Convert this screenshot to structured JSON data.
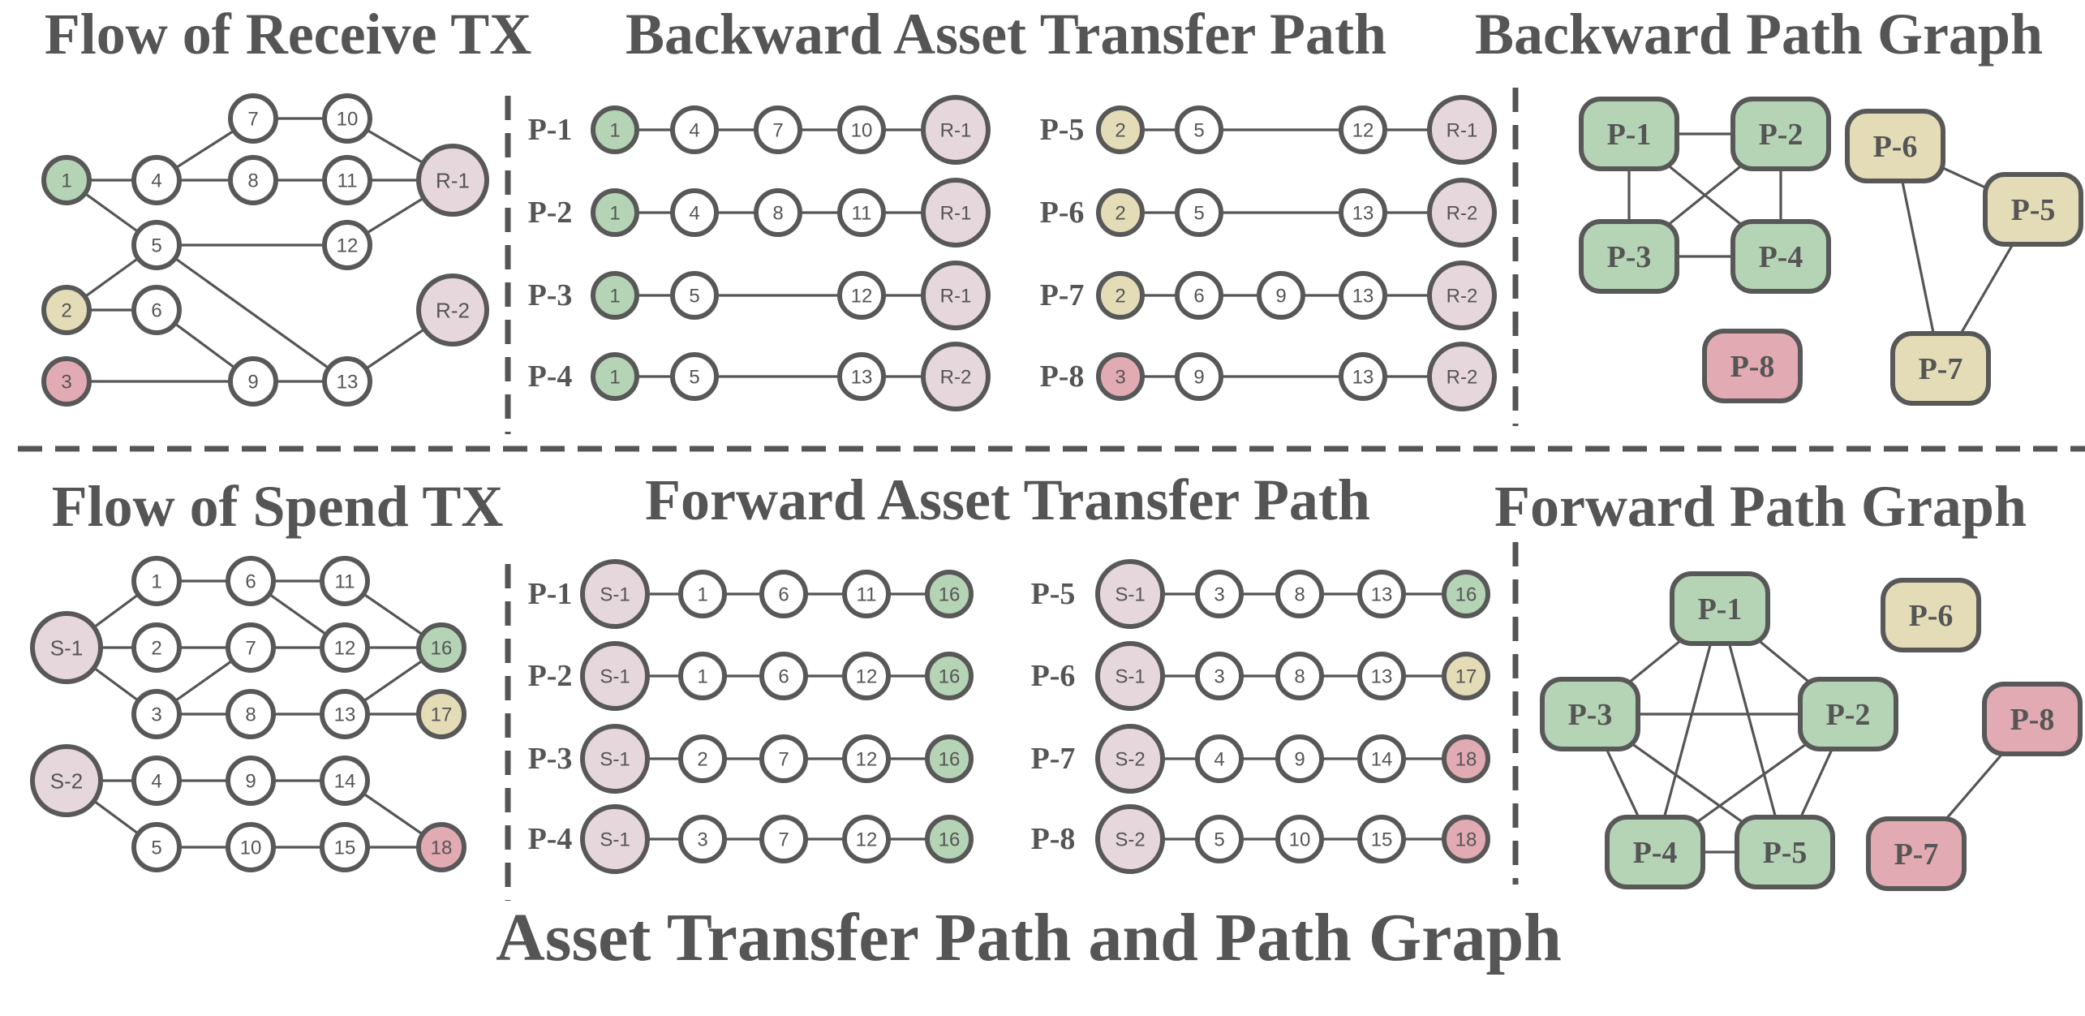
{
  "colors": {
    "white": "#ffffff",
    "green": "#b5d3b5",
    "tan": "#e4dcb6",
    "red": "#e2aab2",
    "pink": "#e6d7dd",
    "text": "#555555",
    "edge": "#555555",
    "green_edge": "#6f8e70",
    "tan_edge": "#b5ad8f",
    "red_edge": "#b58a93"
  },
  "titles": {
    "receive_flow": "Flow of Receive TX",
    "backward_path": "Backward Asset Transfer Path",
    "backward_graph": "Backward Path Graph",
    "spend_flow": "Flow of Spend TX",
    "forward_path": "Forward Asset Transfer Path",
    "forward_graph": "Forward Path Graph",
    "caption": "Asset Transfer Path and Path Graph"
  },
  "receive_flow": {
    "nodes": [
      {
        "id": "1",
        "color": "green"
      },
      {
        "id": "2",
        "color": "tan"
      },
      {
        "id": "3",
        "color": "red"
      },
      {
        "id": "4",
        "color": "white"
      },
      {
        "id": "5",
        "color": "white"
      },
      {
        "id": "6",
        "color": "white"
      },
      {
        "id": "7",
        "color": "white"
      },
      {
        "id": "8",
        "color": "white"
      },
      {
        "id": "9",
        "color": "white"
      },
      {
        "id": "10",
        "color": "white"
      },
      {
        "id": "11",
        "color": "white"
      },
      {
        "id": "12",
        "color": "white"
      },
      {
        "id": "13",
        "color": "white"
      },
      {
        "id": "R-1",
        "color": "pink"
      },
      {
        "id": "R-2",
        "color": "pink"
      }
    ],
    "edges": [
      [
        "1",
        "4"
      ],
      [
        "1",
        "5"
      ],
      [
        "4",
        "7"
      ],
      [
        "4",
        "8"
      ],
      [
        "7",
        "10"
      ],
      [
        "8",
        "11"
      ],
      [
        "10",
        "R-1"
      ],
      [
        "11",
        "R-1"
      ],
      [
        "12",
        "R-1"
      ],
      [
        "5",
        "12"
      ],
      [
        "2",
        "5"
      ],
      [
        "2",
        "6"
      ],
      [
        "5",
        "13"
      ],
      [
        "6",
        "9"
      ],
      [
        "3",
        "9"
      ],
      [
        "9",
        "13"
      ],
      [
        "13",
        "R-2"
      ]
    ]
  },
  "backward_paths": [
    {
      "label": "P-1",
      "nodes": [
        {
          "id": "1",
          "color": "green"
        },
        {
          "id": "4",
          "color": "white"
        },
        {
          "id": "7",
          "color": "white"
        },
        {
          "id": "10",
          "color": "white"
        },
        {
          "id": "R-1",
          "color": "pink"
        }
      ]
    },
    {
      "label": "P-2",
      "nodes": [
        {
          "id": "1",
          "color": "green"
        },
        {
          "id": "4",
          "color": "white"
        },
        {
          "id": "8",
          "color": "white"
        },
        {
          "id": "11",
          "color": "white"
        },
        {
          "id": "R-1",
          "color": "pink"
        }
      ]
    },
    {
      "label": "P-3",
      "nodes": [
        {
          "id": "1",
          "color": "green"
        },
        {
          "id": "5",
          "color": "white"
        },
        {
          "id": "12",
          "color": "white"
        },
        {
          "id": "R-1",
          "color": "pink"
        }
      ]
    },
    {
      "label": "P-4",
      "nodes": [
        {
          "id": "1",
          "color": "green"
        },
        {
          "id": "5",
          "color": "white"
        },
        {
          "id": "13",
          "color": "white"
        },
        {
          "id": "R-2",
          "color": "pink"
        }
      ]
    },
    {
      "label": "P-5",
      "nodes": [
        {
          "id": "2",
          "color": "tan"
        },
        {
          "id": "5",
          "color": "white"
        },
        {
          "id": "12",
          "color": "white"
        },
        {
          "id": "R-1",
          "color": "pink"
        }
      ]
    },
    {
      "label": "P-6",
      "nodes": [
        {
          "id": "2",
          "color": "tan"
        },
        {
          "id": "5",
          "color": "white"
        },
        {
          "id": "13",
          "color": "white"
        },
        {
          "id": "R-2",
          "color": "pink"
        }
      ]
    },
    {
      "label": "P-7",
      "nodes": [
        {
          "id": "2",
          "color": "tan"
        },
        {
          "id": "6",
          "color": "white"
        },
        {
          "id": "9",
          "color": "white"
        },
        {
          "id": "13",
          "color": "white"
        },
        {
          "id": "R-2",
          "color": "pink"
        }
      ]
    },
    {
      "label": "P-8",
      "nodes": [
        {
          "id": "3",
          "color": "red"
        },
        {
          "id": "9",
          "color": "white"
        },
        {
          "id": "13",
          "color": "white"
        },
        {
          "id": "R-2",
          "color": "pink"
        }
      ]
    }
  ],
  "backward_graph": {
    "nodes": [
      {
        "id": "P-1",
        "color": "green"
      },
      {
        "id": "P-2",
        "color": "green"
      },
      {
        "id": "P-3",
        "color": "green"
      },
      {
        "id": "P-4",
        "color": "green"
      },
      {
        "id": "P-5",
        "color": "tan"
      },
      {
        "id": "P-6",
        "color": "tan"
      },
      {
        "id": "P-7",
        "color": "tan"
      },
      {
        "id": "P-8",
        "color": "red"
      }
    ],
    "edges": [
      [
        "P-1",
        "P-2",
        "green"
      ],
      [
        "P-1",
        "P-3",
        "green"
      ],
      [
        "P-1",
        "P-4",
        "green"
      ],
      [
        "P-2",
        "P-3",
        "green"
      ],
      [
        "P-2",
        "P-4",
        "green"
      ],
      [
        "P-3",
        "P-4",
        "green"
      ],
      [
        "P-6",
        "P-5",
        "tan"
      ],
      [
        "P-6",
        "P-7",
        "tan"
      ],
      [
        "P-5",
        "P-7",
        "tan"
      ]
    ]
  },
  "spend_flow": {
    "nodes": [
      {
        "id": "S-1",
        "color": "pink"
      },
      {
        "id": "S-2",
        "color": "pink"
      },
      {
        "id": "1",
        "color": "white"
      },
      {
        "id": "2",
        "color": "white"
      },
      {
        "id": "3",
        "color": "white"
      },
      {
        "id": "4",
        "color": "white"
      },
      {
        "id": "5",
        "color": "white"
      },
      {
        "id": "6",
        "color": "white"
      },
      {
        "id": "7",
        "color": "white"
      },
      {
        "id": "8",
        "color": "white"
      },
      {
        "id": "9",
        "color": "white"
      },
      {
        "id": "10",
        "color": "white"
      },
      {
        "id": "11",
        "color": "white"
      },
      {
        "id": "12",
        "color": "white"
      },
      {
        "id": "13",
        "color": "white"
      },
      {
        "id": "14",
        "color": "white"
      },
      {
        "id": "15",
        "color": "white"
      },
      {
        "id": "16",
        "color": "green"
      },
      {
        "id": "17",
        "color": "tan"
      },
      {
        "id": "18",
        "color": "red"
      }
    ],
    "edges": [
      [
        "S-1",
        "1"
      ],
      [
        "S-1",
        "2"
      ],
      [
        "S-1",
        "3"
      ],
      [
        "1",
        "6"
      ],
      [
        "6",
        "11"
      ],
      [
        "6",
        "12"
      ],
      [
        "11",
        "16"
      ],
      [
        "12",
        "16"
      ],
      [
        "13",
        "16"
      ],
      [
        "2",
        "7"
      ],
      [
        "3",
        "7"
      ],
      [
        "7",
        "12"
      ],
      [
        "3",
        "8"
      ],
      [
        "8",
        "13"
      ],
      [
        "13",
        "17"
      ],
      [
        "S-2",
        "4"
      ],
      [
        "S-2",
        "5"
      ],
      [
        "4",
        "9"
      ],
      [
        "9",
        "14"
      ],
      [
        "14",
        "18"
      ],
      [
        "5",
        "10"
      ],
      [
        "10",
        "15"
      ],
      [
        "15",
        "18"
      ]
    ]
  },
  "forward_paths": [
    {
      "label": "P-1",
      "nodes": [
        {
          "id": "S-1",
          "color": "pink"
        },
        {
          "id": "1",
          "color": "white"
        },
        {
          "id": "6",
          "color": "white"
        },
        {
          "id": "11",
          "color": "white"
        },
        {
          "id": "16",
          "color": "green"
        }
      ]
    },
    {
      "label": "P-2",
      "nodes": [
        {
          "id": "S-1",
          "color": "pink"
        },
        {
          "id": "1",
          "color": "white"
        },
        {
          "id": "6",
          "color": "white"
        },
        {
          "id": "12",
          "color": "white"
        },
        {
          "id": "16",
          "color": "green"
        }
      ]
    },
    {
      "label": "P-3",
      "nodes": [
        {
          "id": "S-1",
          "color": "pink"
        },
        {
          "id": "2",
          "color": "white"
        },
        {
          "id": "7",
          "color": "white"
        },
        {
          "id": "12",
          "color": "white"
        },
        {
          "id": "16",
          "color": "green"
        }
      ]
    },
    {
      "label": "P-4",
      "nodes": [
        {
          "id": "S-1",
          "color": "pink"
        },
        {
          "id": "3",
          "color": "white"
        },
        {
          "id": "7",
          "color": "white"
        },
        {
          "id": "12",
          "color": "white"
        },
        {
          "id": "16",
          "color": "green"
        }
      ]
    },
    {
      "label": "P-5",
      "nodes": [
        {
          "id": "S-1",
          "color": "pink"
        },
        {
          "id": "3",
          "color": "white"
        },
        {
          "id": "8",
          "color": "white"
        },
        {
          "id": "13",
          "color": "white"
        },
        {
          "id": "16",
          "color": "green"
        }
      ]
    },
    {
      "label": "P-6",
      "nodes": [
        {
          "id": "S-1",
          "color": "pink"
        },
        {
          "id": "3",
          "color": "white"
        },
        {
          "id": "8",
          "color": "white"
        },
        {
          "id": "13",
          "color": "white"
        },
        {
          "id": "17",
          "color": "tan"
        }
      ]
    },
    {
      "label": "P-7",
      "nodes": [
        {
          "id": "S-2",
          "color": "pink"
        },
        {
          "id": "4",
          "color": "white"
        },
        {
          "id": "9",
          "color": "white"
        },
        {
          "id": "14",
          "color": "white"
        },
        {
          "id": "18",
          "color": "red"
        }
      ]
    },
    {
      "label": "P-8",
      "nodes": [
        {
          "id": "S-2",
          "color": "pink"
        },
        {
          "id": "5",
          "color": "white"
        },
        {
          "id": "10",
          "color": "white"
        },
        {
          "id": "15",
          "color": "white"
        },
        {
          "id": "18",
          "color": "red"
        }
      ]
    }
  ],
  "forward_graph": {
    "nodes": [
      {
        "id": "P-1",
        "color": "green"
      },
      {
        "id": "P-2",
        "color": "green"
      },
      {
        "id": "P-3",
        "color": "green"
      },
      {
        "id": "P-4",
        "color": "green"
      },
      {
        "id": "P-5",
        "color": "green"
      },
      {
        "id": "P-6",
        "color": "tan"
      },
      {
        "id": "P-7",
        "color": "red"
      },
      {
        "id": "P-8",
        "color": "red"
      }
    ],
    "edges": [
      [
        "P-1",
        "P-2",
        "green"
      ],
      [
        "P-1",
        "P-3",
        "green"
      ],
      [
        "P-1",
        "P-4",
        "green"
      ],
      [
        "P-1",
        "P-5",
        "green"
      ],
      [
        "P-2",
        "P-3",
        "green"
      ],
      [
        "P-2",
        "P-4",
        "green"
      ],
      [
        "P-2",
        "P-5",
        "green"
      ],
      [
        "P-3",
        "P-4",
        "green"
      ],
      [
        "P-3",
        "P-5",
        "green"
      ],
      [
        "P-4",
        "P-5",
        "green"
      ],
      [
        "P-7",
        "P-8",
        "red"
      ]
    ]
  }
}
